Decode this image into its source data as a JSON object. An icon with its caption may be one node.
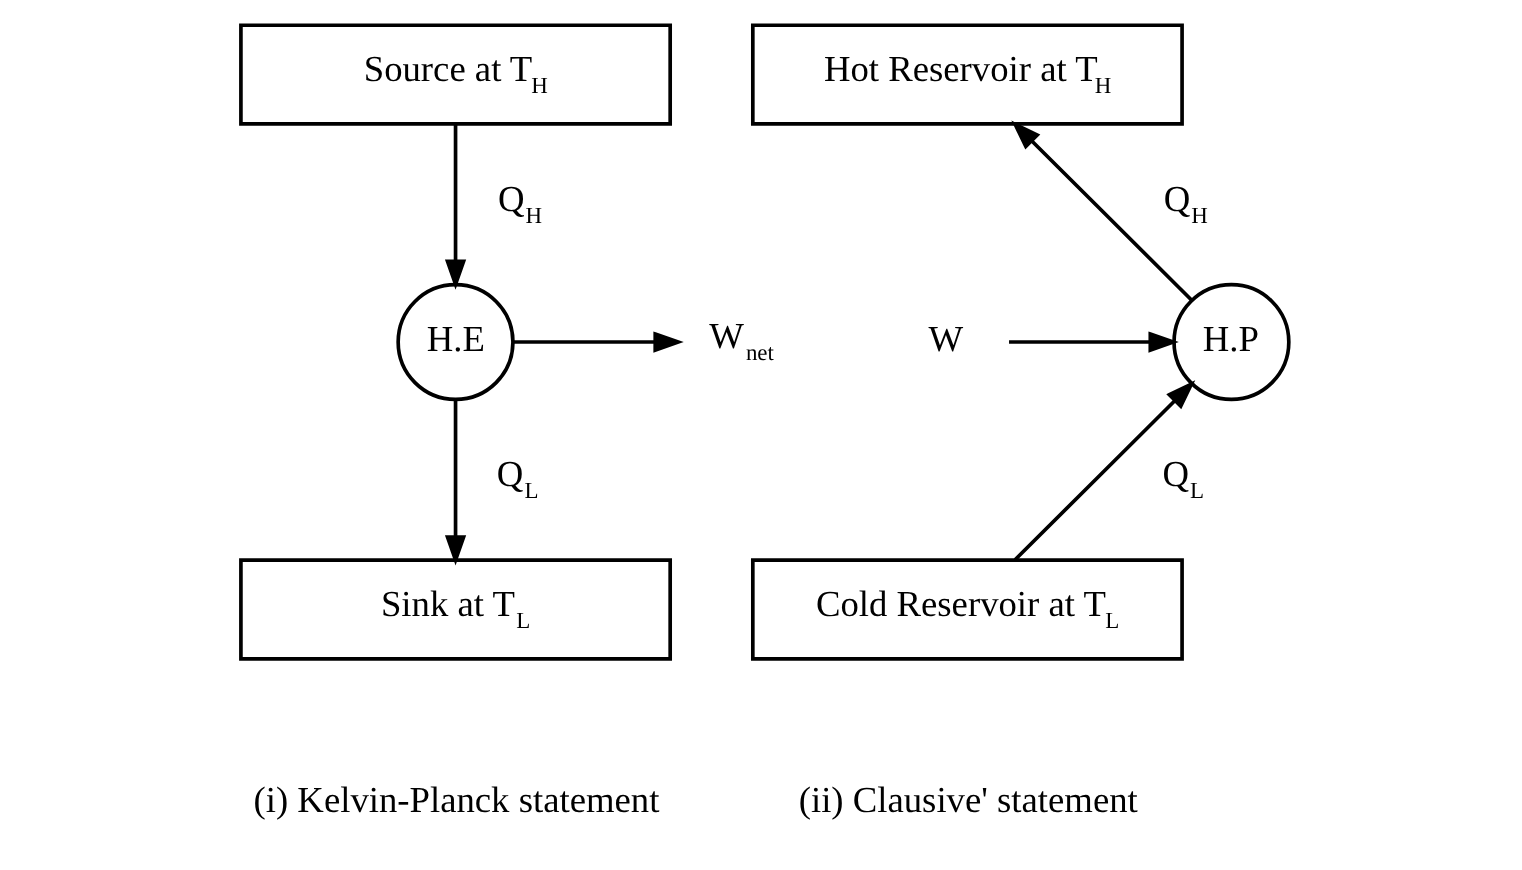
{
  "diagram": {
    "nodes": [
      {
        "text": [
          "Source at T$_{H}$"
        ]
      },
      {
        "text": [
          "H.E"
        ]
      },
      {
        "text": [
          "Sink at T$_{L}$"
        ]
      },
      {
        "text": [
          "W$_{net}$"
        ]
      },
      {
        "text": [
          "Hot Reservoir at T$_{H}$"
        ]
      },
      {
        "text": [
          "H.P"
        ]
      },
      {
        "text": [
          "Cold Reservoir at T$_{L}$"
        ]
      },
      {
        "text": [
          "W"
        ]
      }
    ],
    "edges": [
      {
        "from": 0,
        "to": 1,
        "arrow": "to",
        "label": "Q$_{H}$"
      },
      {
        "from": 1,
        "to": 3,
        "arrow": "to"
      },
      {
        "from": 1,
        "to": 2,
        "arrow": "to",
        "label": "Q$_{L}$"
      },
      {
        "from": 7,
        "to": 5,
        "arrow": "to"
      },
      {
        "from": 5,
        "to": 4,
        "arrow": "to",
        "label": "Q$_{H}$"
      },
      {
        "from": 6,
        "to": 5,
        "arrow": "to",
        "label": "Q$_{L}$"
      }
    ],
    "labels": [
      "(i) Kelvin-Planck statement",
      "(ii) Clausive' statement"
    ]
  }
}
